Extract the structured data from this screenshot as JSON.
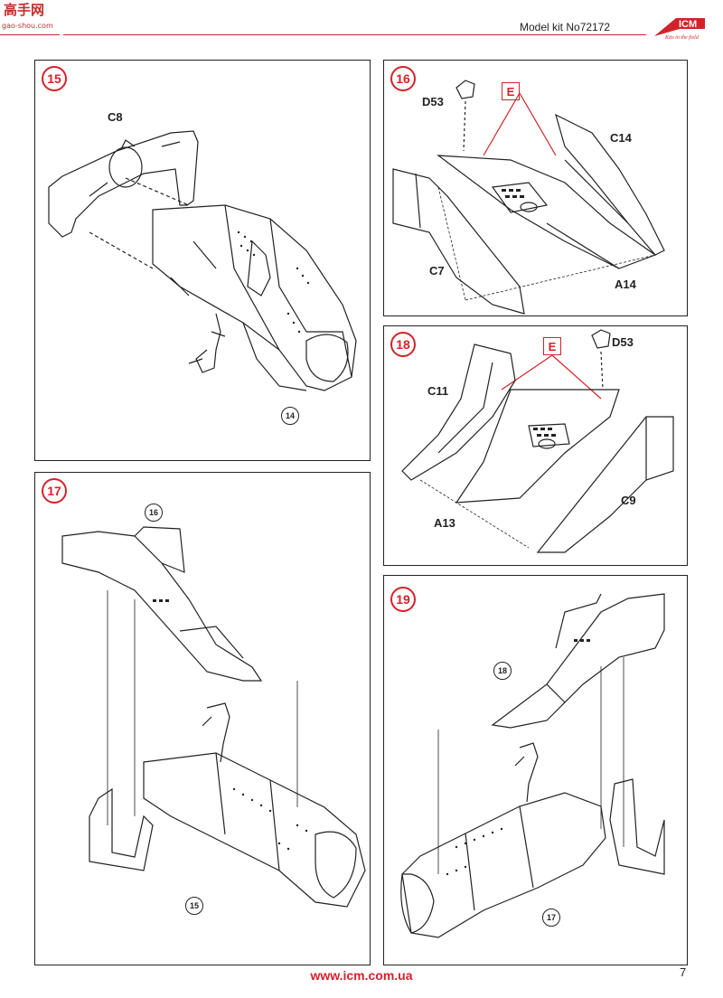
{
  "header": {
    "watermark": "高手网",
    "watermark_sub": "gao-shou.com",
    "model_kit": "Model kit No72172",
    "logo_text": "ICM",
    "logo_tagline": "Kits in the field"
  },
  "steps": {
    "s15": {
      "number": "15",
      "parts": {
        "c8": "C8"
      },
      "ref": "14"
    },
    "s16": {
      "number": "16",
      "parts": {
        "d53": "D53",
        "c14": "C14",
        "c7": "C7",
        "a14": "A14"
      },
      "paint": "E"
    },
    "s17": {
      "number": "17",
      "ref_top": "16",
      "ref_bottom": "15"
    },
    "s18": {
      "number": "18",
      "parts": {
        "d53": "D53",
        "c11": "C11",
        "a13": "A13",
        "c9": "C9"
      },
      "paint": "E"
    },
    "s19": {
      "number": "19",
      "ref_top": "18",
      "ref_bottom": "17"
    }
  },
  "footer": {
    "url": "www.icm.com.ua",
    "page": "7"
  },
  "colors": {
    "accent": "#d2232a",
    "line": "#222222"
  }
}
